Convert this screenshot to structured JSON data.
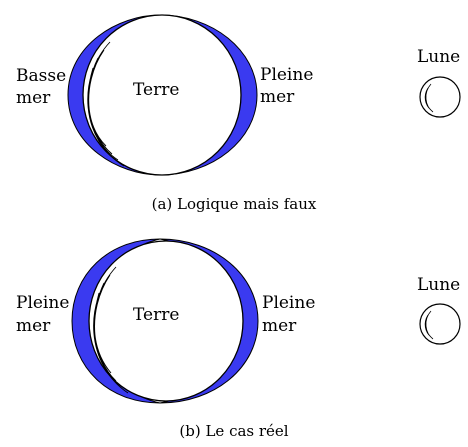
{
  "colors": {
    "ocean": "#3a3af0",
    "outline": "#000000",
    "background": "#ffffff"
  },
  "figures": [
    {
      "id": "a",
      "caption": "(a) Logique mais faux",
      "earth_label": "Terre",
      "moon_label": "Lune",
      "left_label": [
        "Basse",
        "mer"
      ],
      "right_label": [
        "Pleine",
        "mer"
      ]
    },
    {
      "id": "b",
      "caption": "(b) Le cas réel",
      "earth_label": "Terre",
      "moon_label": "Lune",
      "left_label": [
        "Pleine",
        "mer"
      ],
      "right_label": [
        "Pleine",
        "mer"
      ]
    }
  ]
}
